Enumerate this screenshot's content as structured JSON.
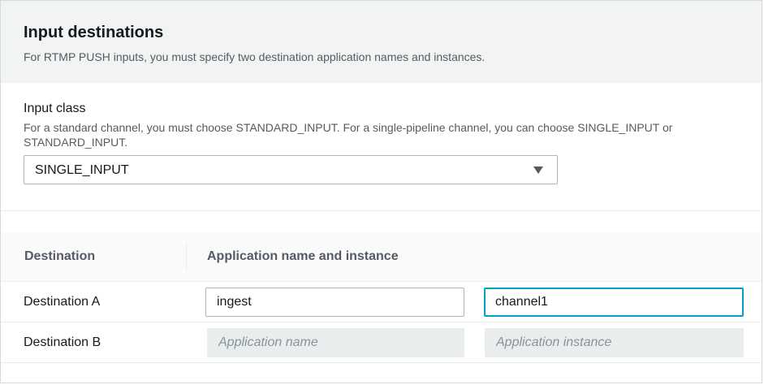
{
  "section": {
    "title": "Input destinations",
    "description": "For RTMP PUSH inputs, you must specify two destination application names and instances."
  },
  "input_class": {
    "label": "Input class",
    "description": "For a standard channel, you must choose STANDARD_INPUT. For a single-pipeline channel, you can choose SINGLE_INPUT or STANDARD_INPUT.",
    "selected": "SINGLE_INPUT"
  },
  "table": {
    "headers": {
      "destination": "Destination",
      "application": "Application name and instance"
    },
    "rows": [
      {
        "label": "Destination A",
        "app_name_value": "ingest",
        "app_instance_value": "channel1",
        "app_name_placeholder": "",
        "app_instance_placeholder": ""
      },
      {
        "label": "Destination B",
        "app_name_value": "",
        "app_instance_value": "",
        "app_name_placeholder": "Application name",
        "app_instance_placeholder": "Application instance"
      }
    ]
  },
  "colors": {
    "header_bg": "#f2f3f3",
    "focus_border": "#00a1c9",
    "disabled_bg": "#eaeded"
  }
}
